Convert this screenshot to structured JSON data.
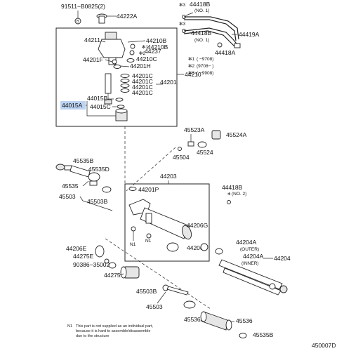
{
  "labels": {
    "l91511": "91511−B0825(2)",
    "l44222A": "44222A",
    "l44418B_top": "44418B",
    "l44418B_top_note": "(NO. 1)",
    "l44418B_mid": "44418B",
    "l44418B_mid_note": "(NO. 1)",
    "l44419A": "44419A",
    "l44418A": "44418A",
    "l44211": "44211",
    "l44210B_a": "44210B",
    "l44210B_b": "44210B",
    "l44237": "44237",
    "l44210C_a": "44210C",
    "l44201F": "44201F",
    "l44201H": "44201H",
    "l44201C_1": "44201C",
    "l44201C_2": "44201C",
    "l44201C_3": "44201C",
    "l44201C_4": "44201C",
    "l44210": "44210",
    "l44201": "44201",
    "l44015B": "44015B",
    "l44015A": "44015A",
    "l44015C": "44015C",
    "l45523A": "45523A",
    "l45524A": "45524A",
    "l45524": "45524",
    "l45504": "45504",
    "l45535B": "45535B",
    "l45535D": "45535D",
    "l45535": "45535",
    "l45503": "45503",
    "l45503B": "45503B",
    "l44203": "44203",
    "l44201P": "44201P",
    "l44418B_no2": "44418B",
    "l44418B_no2_note": "(NO. 2)",
    "l44206G": "44206G",
    "l44206E_r": "44206E",
    "l44206E_l": "44206E",
    "l44275E": "44275E",
    "l90386": "90386−35002",
    "l44275": "44275",
    "l45503B_b": "45503B",
    "l45503_b": "45503",
    "l44204A_outer": "44204A",
    "l44204A_outer_note": "(OUTER)",
    "l44204A_inner": "44204A",
    "l44204A_inner_note": "(INNER)",
    "l44204": "44204",
    "l45536A": "45536A",
    "l45536": "45536",
    "l45535B_b": "45535B"
  },
  "symbols": {
    "n1": "N1",
    "circle_b": "B",
    "star": "✻",
    "star3": "✻3",
    "star1": "✻1",
    "star2": "✻2"
  },
  "legend": {
    "row1_mark": "✻1",
    "row1_text": "(       −9708)",
    "row2_mark": "✻2",
    "row2_text": "(9708−         )",
    "row3_mark": "✻3",
    "row3_text": "(       −9908)"
  },
  "footnote": {
    "mark": "N1",
    "line1": "This part is not supplied as an individual part,",
    "line2": "because it is hard to assemble/disassemble",
    "line3": "due to the structure"
  },
  "diagram_id": "450007D",
  "highlight_color": "#bcd3f2"
}
